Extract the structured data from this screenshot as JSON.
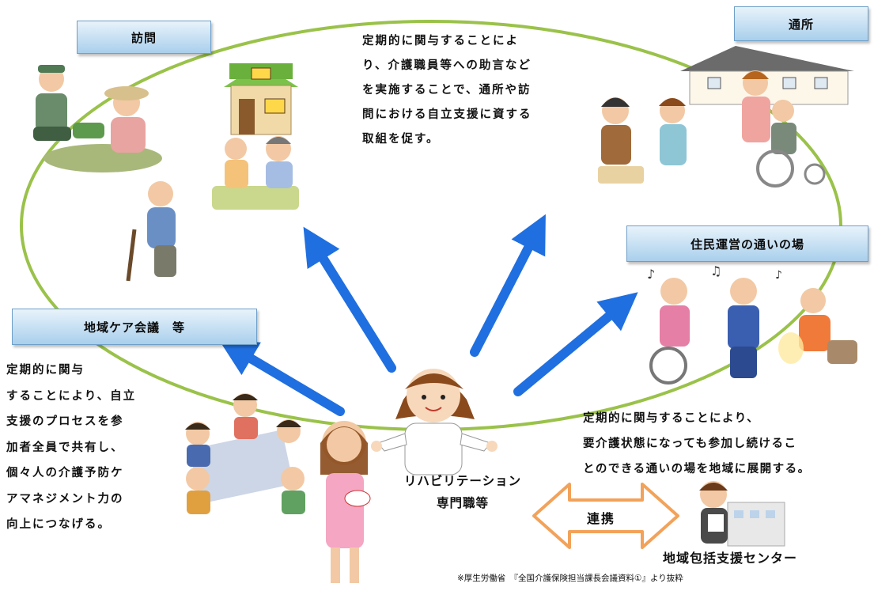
{
  "labels": {
    "visit": "訪問",
    "daycare": "通所",
    "community_place": "住民運営の通いの場",
    "care_meeting": "地域ケア会議　等"
  },
  "texts": {
    "top_center": [
      "定期的に関与することによ",
      "り、介護職員等への助言など",
      "を実施することで、通所や訪",
      "問における自立支援に資する",
      "取組を促す。"
    ],
    "left": [
      "定期的に関与",
      "することにより、自立",
      "支援のプロセスを参",
      "加者全員で共有し、",
      "個々人の介護予防ケ",
      "アマネジメント力の",
      "向上につなげる。"
    ],
    "right": [
      "定期的に関与することにより、",
      "要介護状態になっても参加し続けるこ",
      "とのできる通いの場を地域に展開する。"
    ]
  },
  "center": {
    "line1": "リハビリテーション",
    "line2": "専門職等"
  },
  "cooperation": "連携",
  "center_org": "地域包括支援センター",
  "source_note": "※厚生労働省　『全国介護保険担当課長会議資料①』より抜粋",
  "colors": {
    "ellipse": "#9ac24a",
    "arrow": "#1f6fe0",
    "label_border": "#6f9fc8",
    "coop_arrow": "#f2a25a"
  }
}
